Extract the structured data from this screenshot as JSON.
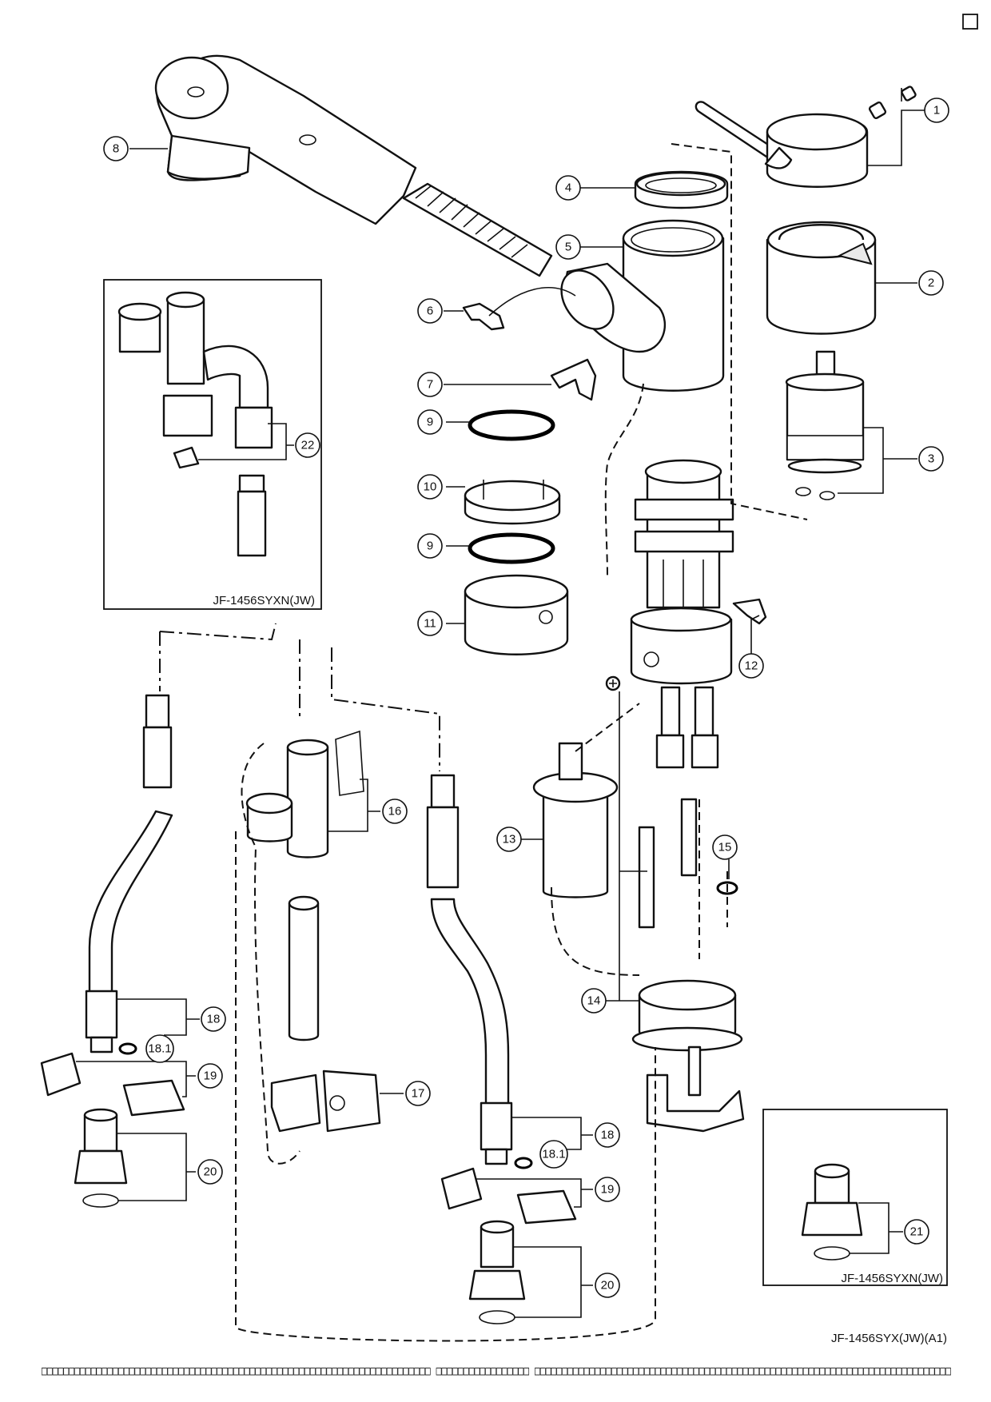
{
  "callouts": [
    {
      "label": "1"
    },
    {
      "label": "2"
    },
    {
      "label": "3"
    },
    {
      "label": "4"
    },
    {
      "label": "5"
    },
    {
      "label": "6"
    },
    {
      "label": "7"
    },
    {
      "label": "8"
    },
    {
      "label": "9"
    },
    {
      "label": "10"
    },
    {
      "label": "9"
    },
    {
      "label": "11"
    },
    {
      "label": "12"
    },
    {
      "label": "13"
    },
    {
      "label": "14"
    },
    {
      "label": "15"
    },
    {
      "label": "16"
    },
    {
      "label": "17"
    },
    {
      "label": "18"
    },
    {
      "label": "18.1"
    },
    {
      "label": "19"
    },
    {
      "label": "20"
    },
    {
      "label": "18"
    },
    {
      "label": "18.1"
    },
    {
      "label": "19"
    },
    {
      "label": "20"
    },
    {
      "label": "21"
    },
    {
      "label": "22"
    }
  ],
  "inset_left": {
    "model": "JF-1456SYXN(JW)"
  },
  "inset_right": {
    "model": "JF-1456SYXN(JW)"
  },
  "drawing_model": "JF-1456SYX(JW)(A1)",
  "footer_boxes": "□□□□□□□□□□□□□□□□□□□□□□□□□□□□□□□□□□□□□□□□□□□□□□□□□□□□□□□□□□□□□□□□□□□□□□□ □□□□□□□□□□□□□□□□□ □□□□□□□□□□□□□□□□□□□□□□□□□□□□□□□□□□□□□□□□□□□□□□□□□□□□□□□□□□□□□□□□□□□□□□□□□□□□",
  "corner_box": "□"
}
